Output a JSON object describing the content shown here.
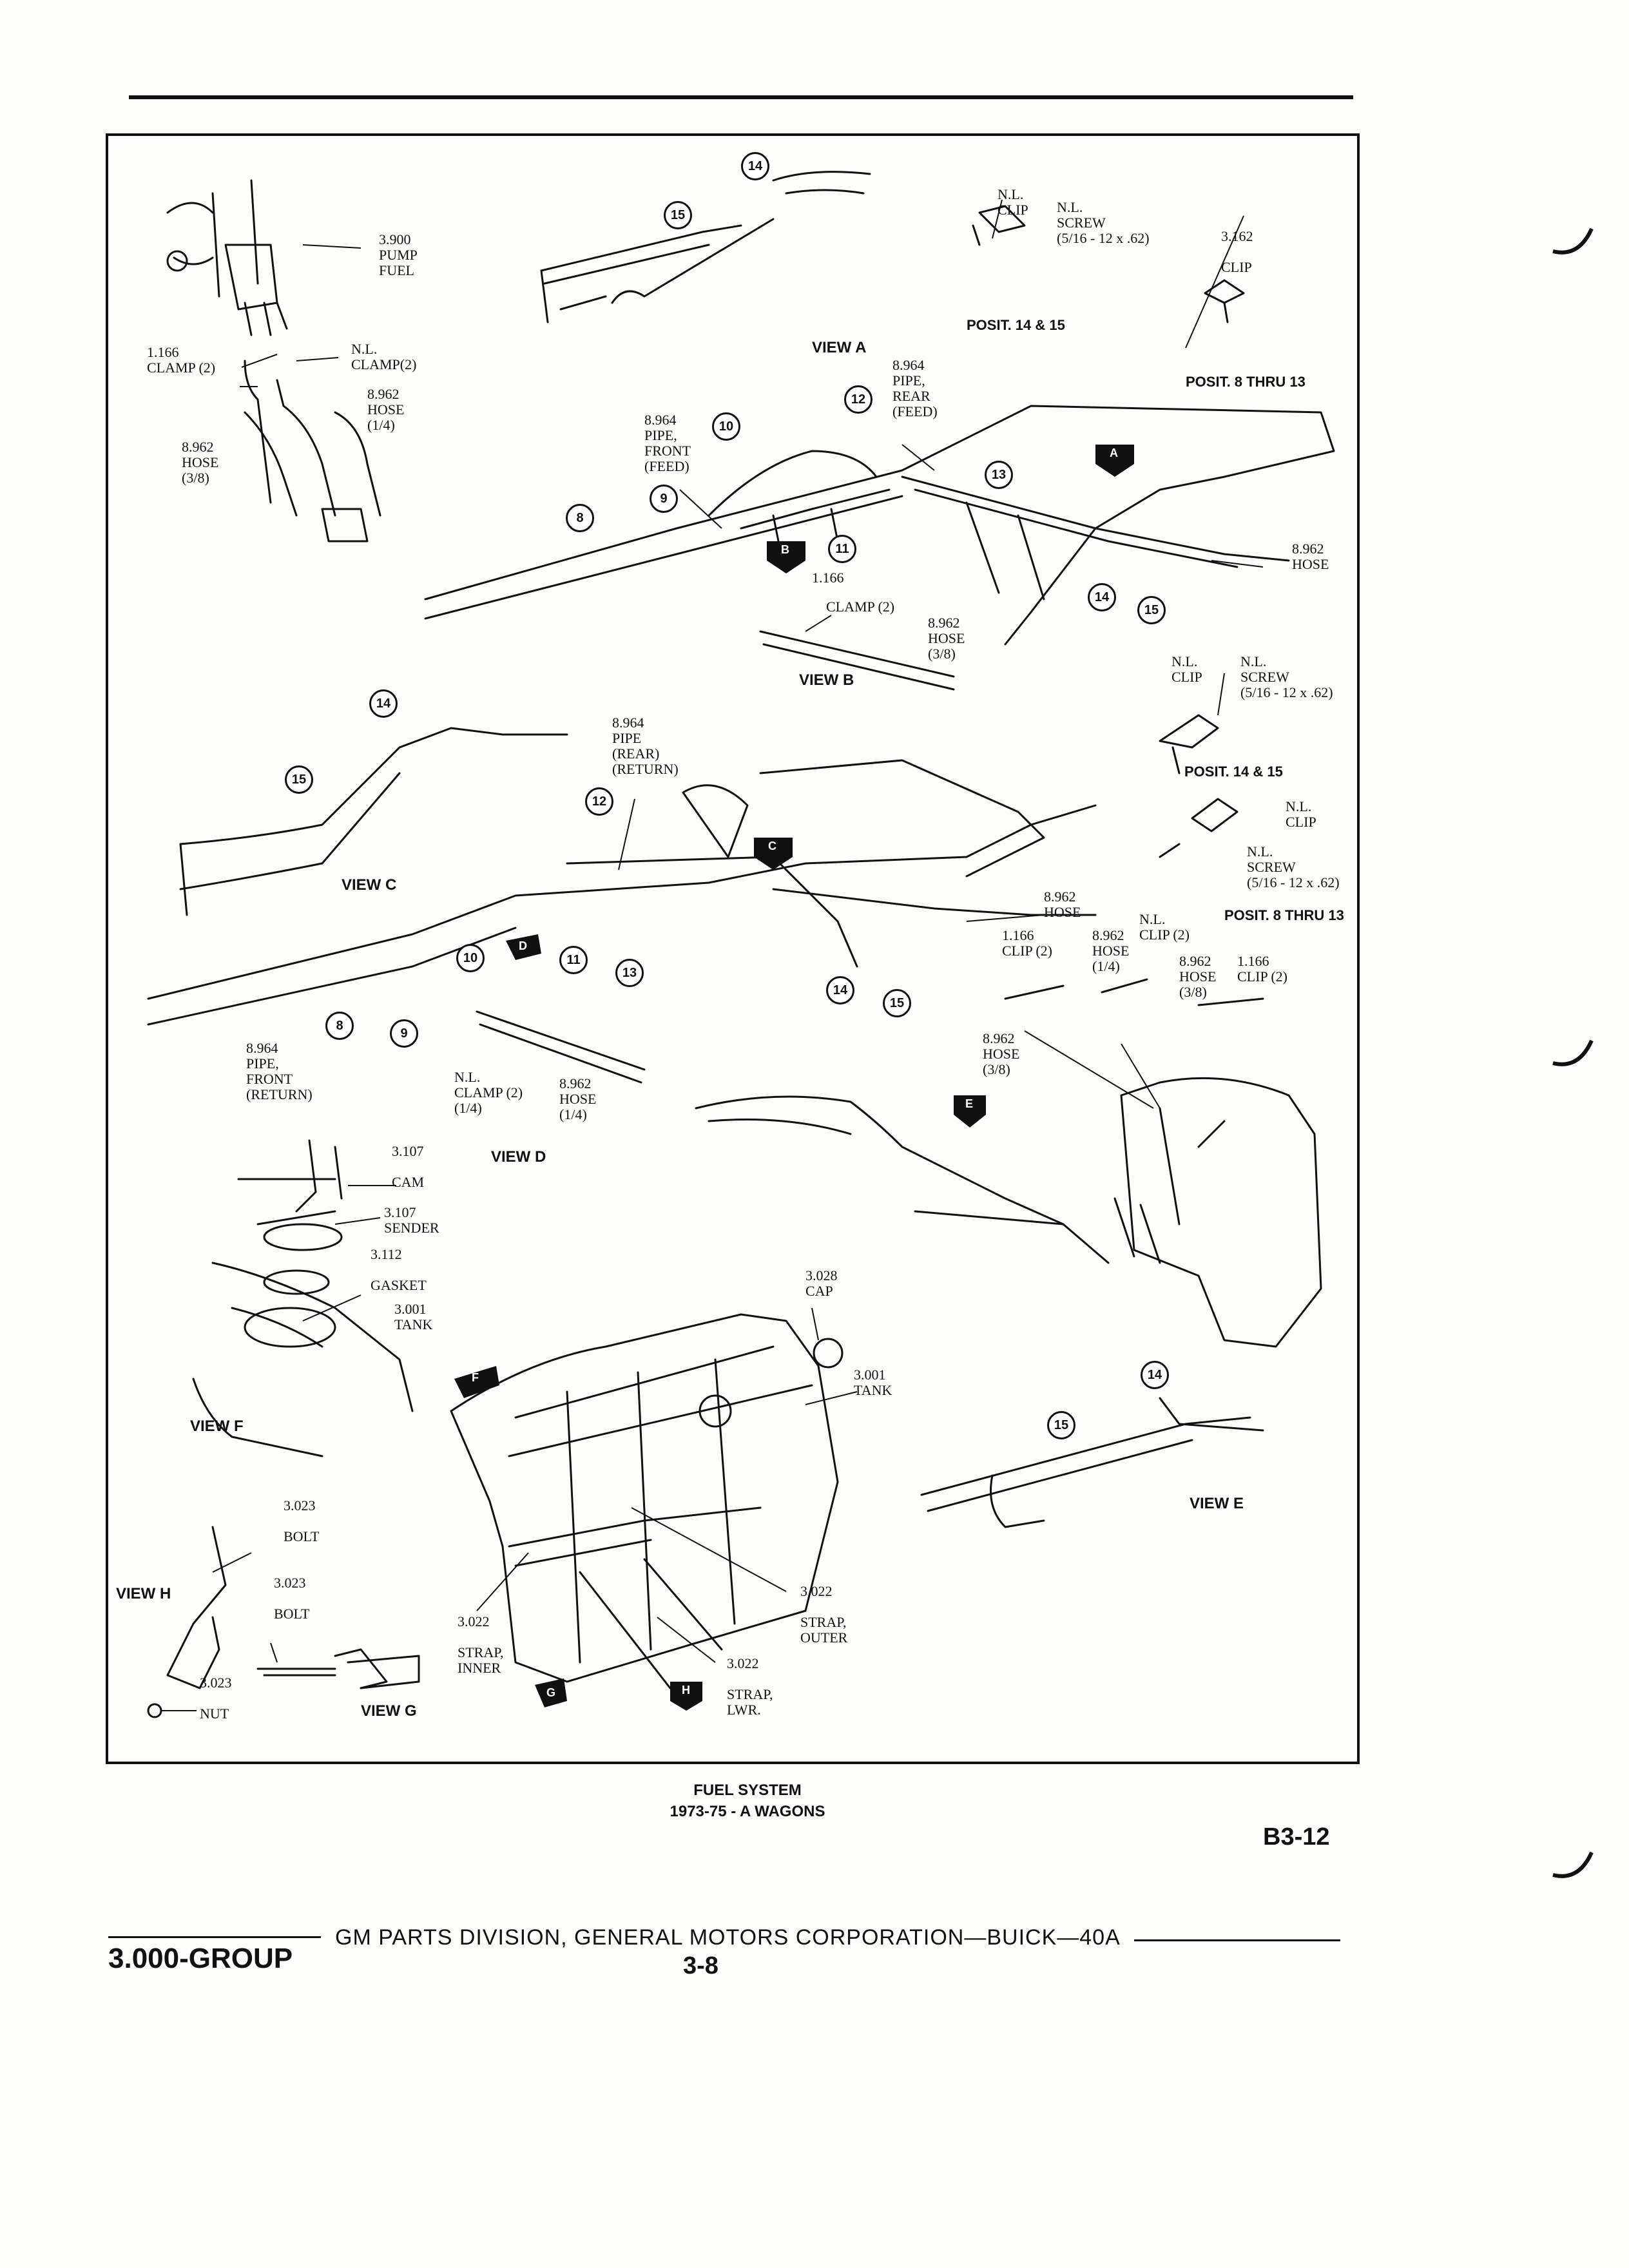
{
  "caption": {
    "line1": "FUEL SYSTEM",
    "line2": "1973-75 - A WAGONS"
  },
  "page_code": "B3-12",
  "footer": {
    "group": "3.000-GROUP",
    "corporation": "GM PARTS DIVISION,  GENERAL MOTORS CORPORATION—BUICK—40A",
    "page": "3-8"
  },
  "views": {
    "a": "VIEW A",
    "b": "VIEW B",
    "c": "VIEW C",
    "d": "VIEW D",
    "e": "VIEW E",
    "f": "VIEW F",
    "g": "VIEW G",
    "h": "VIEW H"
  },
  "posit": {
    "p1415_top": "POSIT. 14 & 15",
    "p813_top": "POSIT. 8 THRU 13",
    "p1415_mid": "POSIT. 14 & 15",
    "p813_mid": "POSIT. 8 THRU 13"
  },
  "labels": {
    "pump": "3.900\nPUMP\nFUEL",
    "nl_clamp_pump": "N.L.\nCLAMP(2)",
    "clamp_1166": "1.166\nCLAMP (2)",
    "hose_1_4_top": "8.962\nHOSE\n(1/4)",
    "hose_3_8_top": "8.962\nHOSE\n(3/8)",
    "nl_clip_a": "N.L.\nCLIP",
    "nl_screw_a": "N.L.\nSCREW\n(5/16 - 12 x .62)",
    "clip_3162": "3.162\n\nCLIP",
    "pipe_front_feed": "8.964\nPIPE,\nFRONT\n(FEED)",
    "pipe_rear_feed": "8.964\nPIPE,\nREAR\n(FEED)",
    "hose_right": "8.962\nHOSE",
    "ref_1166_b": "1.166",
    "clamp_2_b": "CLAMP (2)",
    "hose_3_8_b": "8.962\nHOSE\n(3/8)",
    "nl_clip_b": "N.L.\nCLIP",
    "nl_screw_b": "N.L.\nSCREW\n(5/16 - 12 x .62)",
    "pipe_rear_return": "8.964\nPIPE\n(REAR)\n(RETURN)",
    "nl_clip_c": "N.L.\nCLIP",
    "nl_screw_c": "N.L.\nSCREW\n(5/16 - 12 x .62)",
    "hose_c": "8.962\nHOSE",
    "clip_1166_c": "1.166\nCLIP (2)",
    "hose_1_4_c": "8.962\nHOSE\n(1/4)",
    "nl_clip_2_c": "N.L.\nCLIP (2)",
    "hose_3_8_c": "8.962\nHOSE\n(3/8)",
    "clip_1166_c2": "1.166\nCLIP (2)",
    "hose_3_8_c2": "8.962\nHOSE\n(3/8)",
    "pipe_front_return": "8.964\nPIPE,\nFRONT\n(RETURN)",
    "nl_clamp_d": "N.L.\nCLAMP (2)\n(1/4)",
    "hose_1_4_d": "8.962\nHOSE\n(1/4)",
    "cam": "3.107\n\nCAM",
    "sender": "3.107\nSENDER",
    "gasket": "3.112\n\nGASKET",
    "tank_f": "3.001\nTANK",
    "cap": "3.028\nCAP",
    "tank_main": "3.001\nTANK",
    "bolt_h1": "3.023\n\nBOLT",
    "bolt_h2": "3.023\n\nBOLT",
    "nut_h": "3.023\n\nNUT",
    "strap_inner": "3.022\n\nSTRAP,\nINNER",
    "strap_outer": "3.022\n\nSTRAP,\nOUTER",
    "strap_lwr": "3.022\n\nSTRAP,\nLWR."
  },
  "callouts": {
    "c8": "8",
    "c9": "9",
    "c10": "10",
    "c11": "11",
    "c12": "12",
    "c13": "13",
    "c14": "14",
    "c15": "15"
  },
  "arrows": {
    "a": "A",
    "b": "B",
    "c": "C",
    "d": "D",
    "e": "E",
    "f": "F",
    "g": "G",
    "h": "H"
  }
}
